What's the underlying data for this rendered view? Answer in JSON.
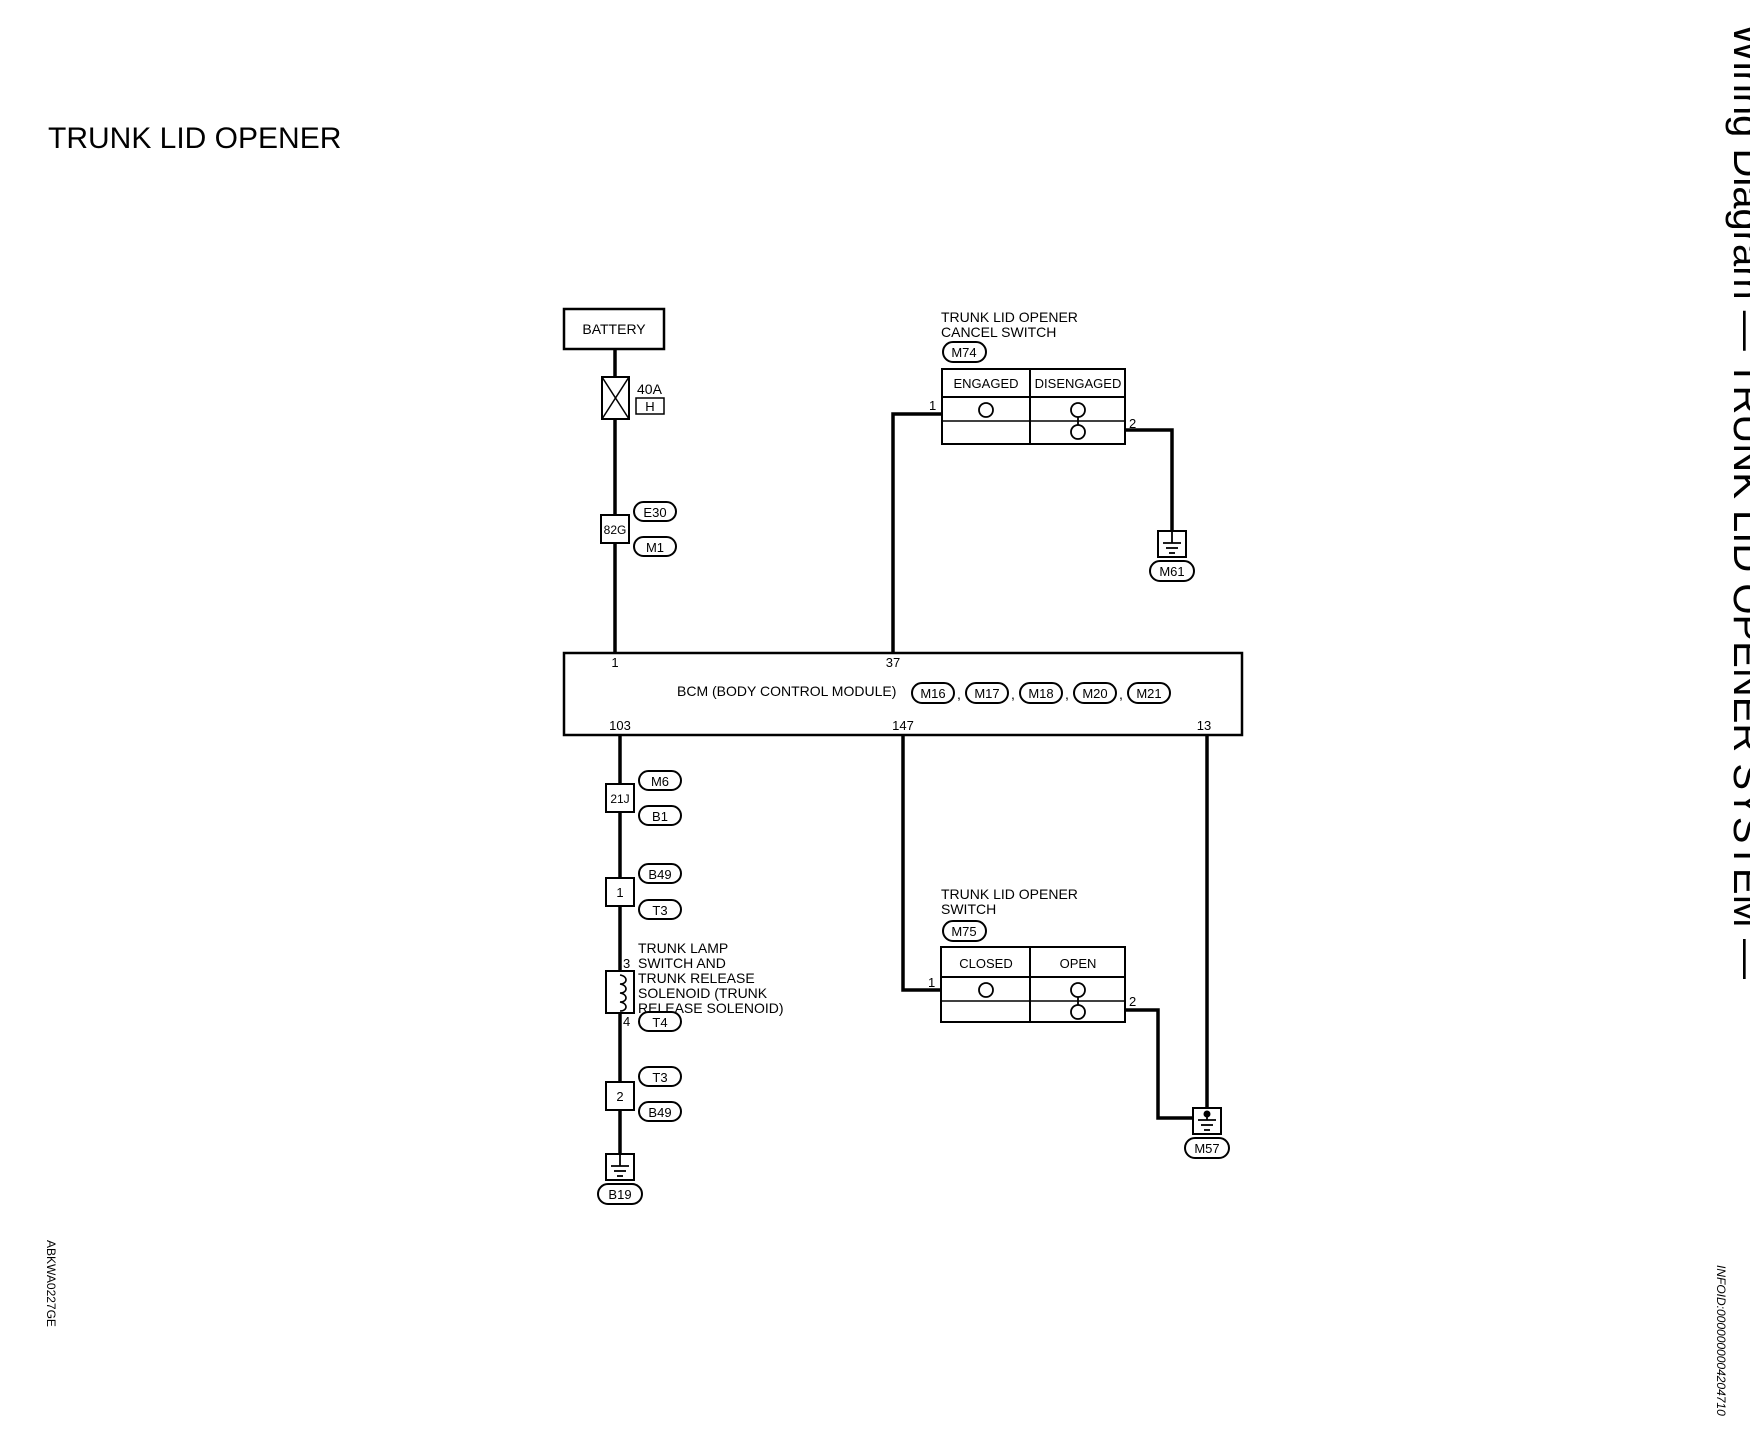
{
  "page_title": "TRUNK LID OPENER",
  "side_title": "Wiring Diagram — TRUNK LID OPENER SYSTEM —",
  "ref_code": "ABKWA0227GE",
  "info_id": "INFOID:0000000004204710",
  "battery_label": "BATTERY",
  "fuse": {
    "rating": "40A",
    "code": "H"
  },
  "joint_82g": {
    "label": "82G",
    "connectors": [
      "E30",
      "M1"
    ]
  },
  "bcm": {
    "label": "BCM (BODY CONTROL MODULE)",
    "connectors": [
      "M16",
      "M17",
      "M18",
      "M20",
      "M21"
    ],
    "separator": ",",
    "pins": {
      "p1": "1",
      "p37": "37",
      "p103": "103",
      "p147": "147",
      "p13": "13"
    }
  },
  "cancel_switch": {
    "title_line1": "TRUNK LID OPENER",
    "title_line2": "CANCEL SWITCH",
    "connector": "M74",
    "col1": "ENGAGED",
    "col2": "DISENGAGED",
    "pin_left": "1",
    "pin_right": "2",
    "ground": "M61"
  },
  "opener_switch": {
    "title_line1": "TRUNK LID OPENER",
    "title_line2": "SWITCH",
    "connector": "M75",
    "col1": "CLOSED",
    "col2": "OPEN",
    "pin_left": "1",
    "pin_right": "2",
    "ground": "M57"
  },
  "joint_21j": {
    "label": "21J",
    "connectors": [
      "M6",
      "B1"
    ]
  },
  "joint_1": {
    "label": "1",
    "connectors": [
      "B49",
      "T3"
    ]
  },
  "solenoid": {
    "lines": [
      "TRUNK LAMP",
      "SWITCH AND",
      "TRUNK RELEASE",
      "SOLENOID (TRUNK",
      "RELEASE SOLENOID)"
    ],
    "pin_top": "3",
    "pin_bottom": "4",
    "connector": "T4"
  },
  "joint_2": {
    "label": "2",
    "connectors": [
      "T3",
      "B49"
    ]
  },
  "ground_b19": "B19"
}
